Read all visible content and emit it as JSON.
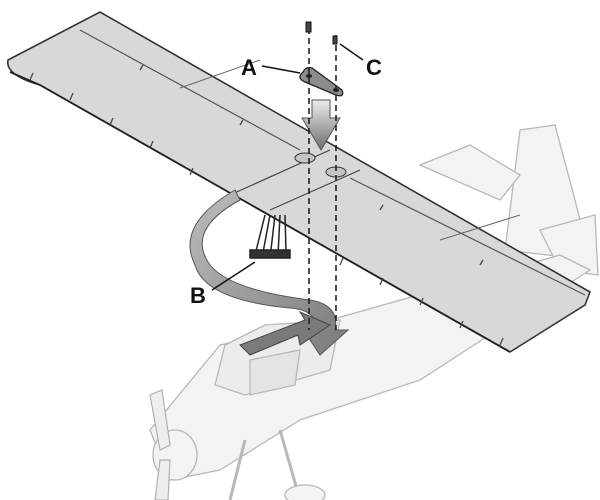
{
  "labels": {
    "a": "A",
    "b": "B",
    "c": "C"
  },
  "colors": {
    "wing": "#d9d9d9",
    "wing_outline": "#333333",
    "fuselage": "#f0f0f0",
    "fuselage_outline": "#b5b5b5",
    "arrow": "#8a8a8a"
  }
}
